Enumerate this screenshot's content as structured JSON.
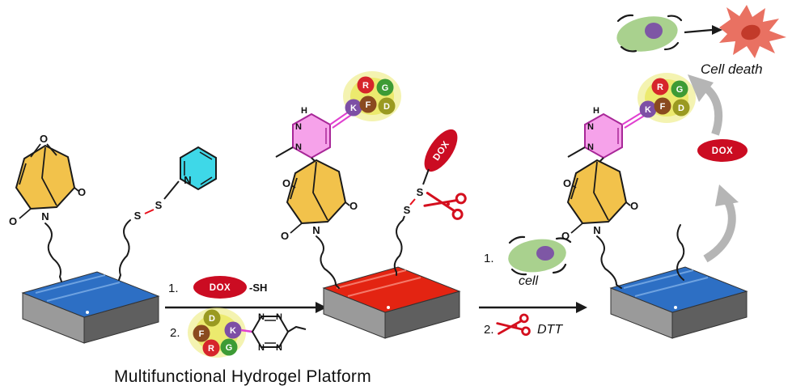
{
  "title": "Multifunctional Hydrogel Platform",
  "labels": {
    "step1": "1.",
    "step2": "2.",
    "dox": "DOX",
    "sh": "-SH",
    "cell": "cell",
    "dtt": "DTT",
    "cell_death": "Cell death"
  },
  "atoms": {
    "o": "O",
    "n": "N",
    "h": "H",
    "s": "S"
  },
  "peptide": {
    "residues": [
      {
        "label": "R",
        "color": "#d6252b"
      },
      {
        "label": "G",
        "color": "#3d9b35"
      },
      {
        "label": "F",
        "color": "#8a4a1f"
      },
      {
        "label": "D",
        "color": "#9a9a21"
      },
      {
        "label": "K",
        "color": "#7d4fa5"
      }
    ]
  },
  "colors": {
    "hydrogel_blue": "#2d6fc4",
    "hydrogel_red": "#e32412",
    "slab_front": "#9a9a9a",
    "slab_side": "#5f5f5f",
    "maleimide_yellow": "#f2c24b",
    "pyridine_cyan": "#3ed8e8",
    "pyridazine_pink": "#f6a2ea",
    "bond_magenta": "#e040d0",
    "dox_red": "#cb0c22",
    "sulfur_red": "#e8101c",
    "cell_green": "#a9d18e",
    "nucleus_purple": "#7e57a5",
    "dead_cell_red": "#e8695a",
    "dead_cell_core": "#c23a2a",
    "gray_arrow": "#b5b5b5",
    "glow_yellow": "#eae763",
    "scissors_red": "#d40f1e"
  }
}
